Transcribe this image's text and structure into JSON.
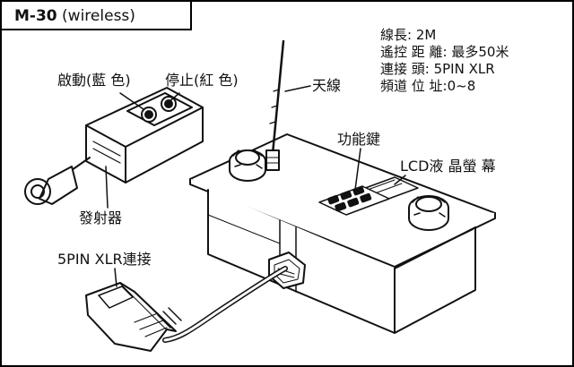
{
  "title": {
    "model": "M-30",
    "suffix": "(wireless)"
  },
  "specs": [
    "線長: 2M",
    "遙控 距 離: 最多50米",
    "連接 頭: 5PIN XLR",
    "頻道 位 址:0~8"
  ],
  "labels": {
    "start": "啟動(藍 色)",
    "stop": "停止(紅 色)",
    "antenna": "天線",
    "function_keys": "功能鍵",
    "lcd": "LCD液 晶螢 幕",
    "transmitter": "發射器",
    "xlr": "5PIN XLR連接"
  }
}
